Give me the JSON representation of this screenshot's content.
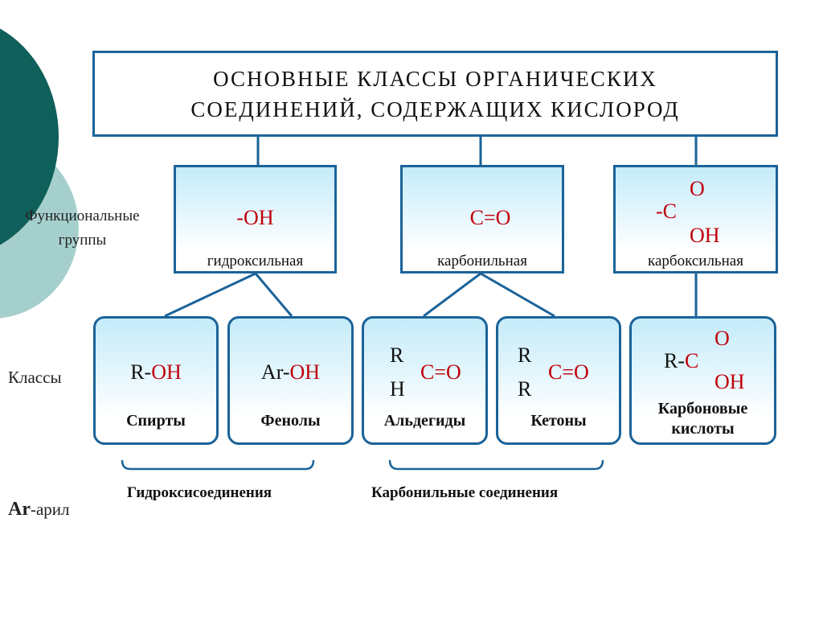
{
  "title": {
    "line1": "ОСНОВНЫЕ КЛАССЫ ОРГАНИЧЕСКИХ",
    "line2": "СОЕДИНЕНИЙ, СОДЕРЖАЩИХ КИСЛОРОД"
  },
  "side_labels": {
    "functional_groups_1": "Функциональные",
    "functional_groups_2": "группы",
    "classes": "Классы",
    "aryl_symbol": "Ar",
    "aryl_text": "-арил"
  },
  "functional_groups": [
    {
      "formula": "-OH",
      "name": "гидроксильная"
    },
    {
      "formula": "C=O",
      "name": "карбонильная"
    },
    {
      "formula_c": "-C",
      "formula_o": "O",
      "formula_oh": "OH",
      "name": "карбоксильная"
    }
  ],
  "classes": [
    {
      "prefix": "R-",
      "group": "OH",
      "name": "Спирты"
    },
    {
      "prefix": "Ar-",
      "group": "OH",
      "name": "Фенолы"
    },
    {
      "r1": "R",
      "r2": "H",
      "group": "C=O",
      "name": "Альдегиды"
    },
    {
      "r1": "R",
      "r2": "R",
      "group": "C=O",
      "name": "Кетоны"
    },
    {
      "prefix": "R-",
      "c": "C",
      "o": "O",
      "oh": "OH",
      "name1": "Карбоновые",
      "name2": "кислоты"
    }
  ],
  "groupings": {
    "hydroxy": "Гидроксисоединения",
    "carbonyl": "Карбонильные соединения"
  },
  "colors": {
    "border": "#1b6399",
    "formula": "#c0000c",
    "teal_dark": "#0f5f5a",
    "teal_light": "#a5cfcc"
  }
}
